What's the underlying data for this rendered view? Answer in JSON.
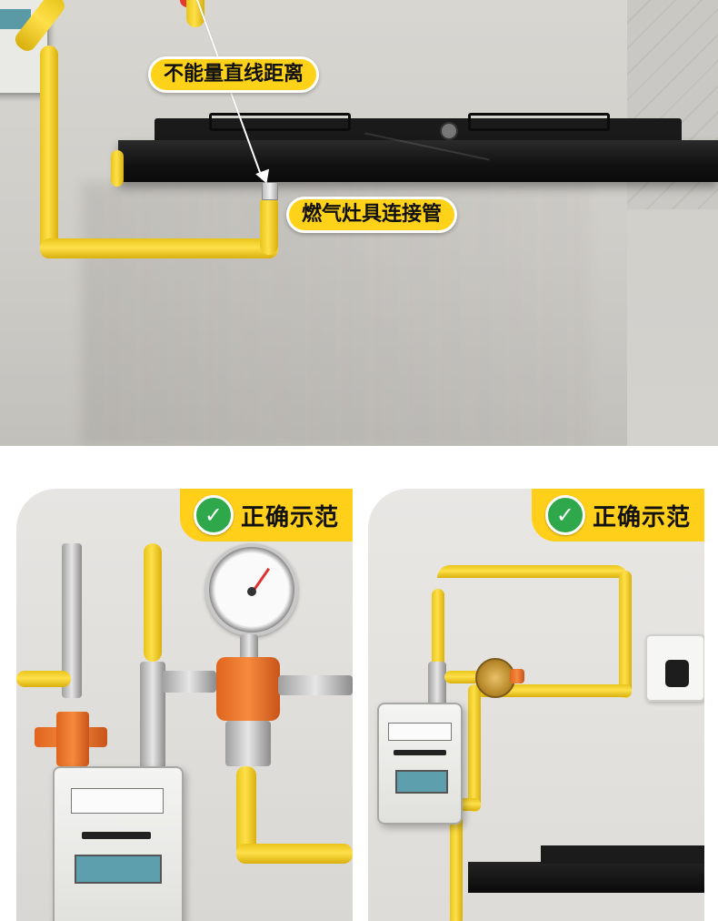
{
  "top_scene": {
    "label_straight": "不能量直线距离",
    "label_connector": "燃气灶具连接管"
  },
  "panels": [
    {
      "badge_text": "正确示范",
      "badge_icon": "check-icon"
    },
    {
      "badge_text": "正确示范",
      "badge_icon": "check-icon"
    }
  ],
  "colors": {
    "brand_yellow": "#ffd21a",
    "check_green": "#2ea84a",
    "pipe_yellow": "#ffe04a"
  }
}
